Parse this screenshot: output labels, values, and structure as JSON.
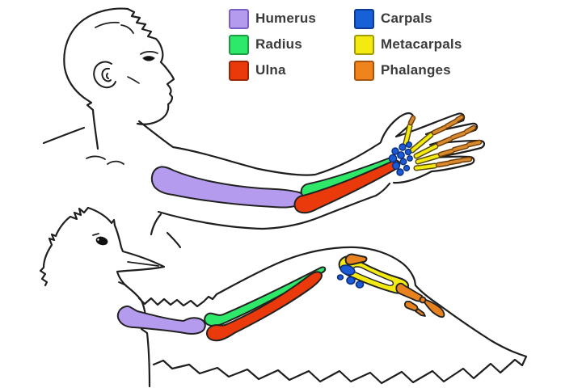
{
  "legend": {
    "items": [
      {
        "label": "Humerus",
        "color": "#b49bee",
        "border": "#7a5fc6"
      },
      {
        "label": "Radius",
        "color": "#2ee86a",
        "border": "#1d9c43"
      },
      {
        "label": "Ulna",
        "color": "#ea3a0b",
        "border": "#9a2606"
      },
      {
        "label": "Carpals",
        "color": "#1660d8",
        "border": "#0b3a99"
      },
      {
        "label": "Metacarpals",
        "color": "#f2ea10",
        "border": "#a09a08"
      },
      {
        "label": "Phalanges",
        "color": "#ef831c",
        "border": "#a6560e"
      }
    ]
  },
  "colors": {
    "humerus": "#b49bee",
    "radius": "#2ee86a",
    "ulna": "#ea3a0b",
    "carpals": "#1c59d6",
    "metacarpals": "#f2ea10",
    "phalanges": "#e8821f",
    "phalanges_hand": "#d98a2e",
    "outline": "#1f1f1f",
    "background": "#ffffff"
  }
}
